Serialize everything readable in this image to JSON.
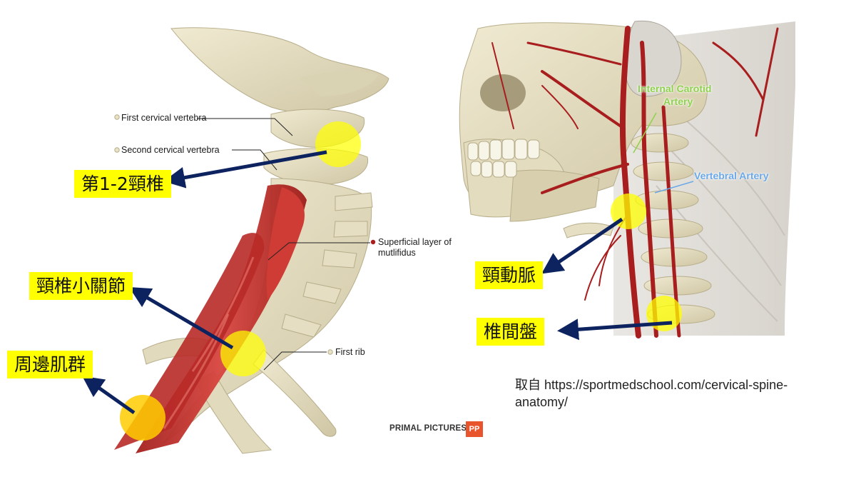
{
  "left_panel": {
    "anatomy_labels": {
      "first_cervical_vertebra": "First cervical vertebra",
      "second_cervical_vertebra": "Second cervical vertebra",
      "superficial_multifidus_line1": "Superficial layer of",
      "superficial_multifidus_line2": "mutlifidus",
      "first_rib": "First rib"
    },
    "callouts": {
      "c1_c2": "第1-2頸椎",
      "facet_joints": "頸椎小關節",
      "surrounding_muscles": "周邊肌群"
    }
  },
  "right_panel": {
    "anatomy_labels": {
      "internal_carotid_line1": "Internal Carotid",
      "internal_carotid_line2": "Artery",
      "vertebral_artery": "Vertebral Artery"
    },
    "callouts": {
      "carotid": "頸動脈",
      "intervertebral_disc": "椎間盤"
    }
  },
  "brand": {
    "name": "PRIMAL PICTURES",
    "badge": "PP"
  },
  "source_text": "取自 https://sportmedschool.com/cervical-spine-anatomy/",
  "colors": {
    "callout_bg": "#ffff00",
    "highlight": "#ffff00",
    "arrow": "#0d2360",
    "muscle": "#c8302c",
    "bone": "#e8e2c6",
    "artery": "#a81d1d",
    "carotid_label": "#8fd14f",
    "vertebral_label": "#6aa8e8",
    "brand_badge": "#e8542b"
  }
}
